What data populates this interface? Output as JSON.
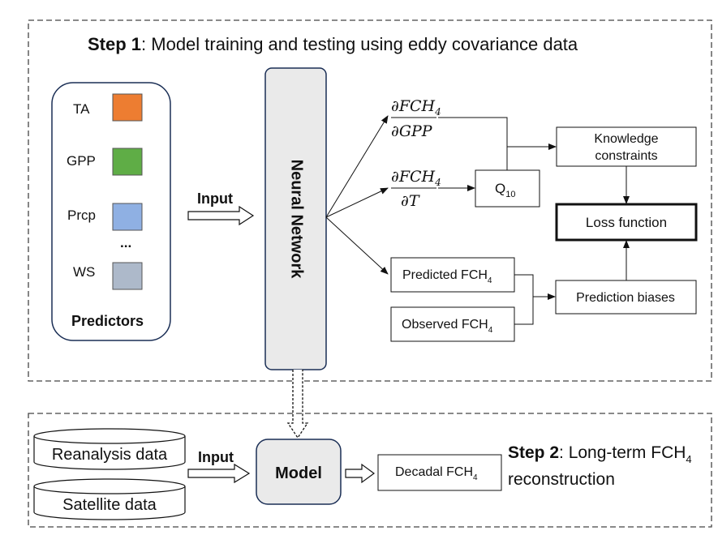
{
  "step1": {
    "prefix": "Step 1",
    "title": ": Model training and testing using eddy covariance data"
  },
  "predictors": {
    "items": [
      {
        "label": "TA",
        "color": "#ed7d31"
      },
      {
        "label": "GPP",
        "color": "#5fad46"
      },
      {
        "label": "Prcp",
        "color": "#8fb0e3"
      },
      {
        "label": "WS",
        "color": "#adb9ca"
      }
    ],
    "ellipsis": "...",
    "title": "Predictors"
  },
  "input_label": "Input",
  "neural_network_label": "Neural Network",
  "derivatives": {
    "gpp": {
      "numerator": "∂FCH",
      "numerator_sub": "4",
      "denominator": "∂GPP"
    },
    "temp": {
      "numerator": "∂FCH",
      "numerator_sub": "4",
      "denominator": "∂T"
    }
  },
  "q10": {
    "label": "Q",
    "sub": "10"
  },
  "knowledge_constraints": {
    "line1": "Knowledge",
    "line2": "constraints"
  },
  "loss_function": "Loss function",
  "predicted": {
    "label": "Predicted FCH",
    "sub": "4"
  },
  "observed": {
    "label": "Observed FCH",
    "sub": "4"
  },
  "prediction_biases": "Prediction biases",
  "step2": {
    "data_sources": [
      "Reanalysis data",
      "Satellite data"
    ],
    "input_label": "Input",
    "model_label": "Model",
    "decadal": {
      "label": "Decadal FCH",
      "sub": "4"
    },
    "prefix": "Step 2",
    "title_part1": ": Long-term FCH",
    "title_sub": "4",
    "title_line2": "reconstruction"
  }
}
